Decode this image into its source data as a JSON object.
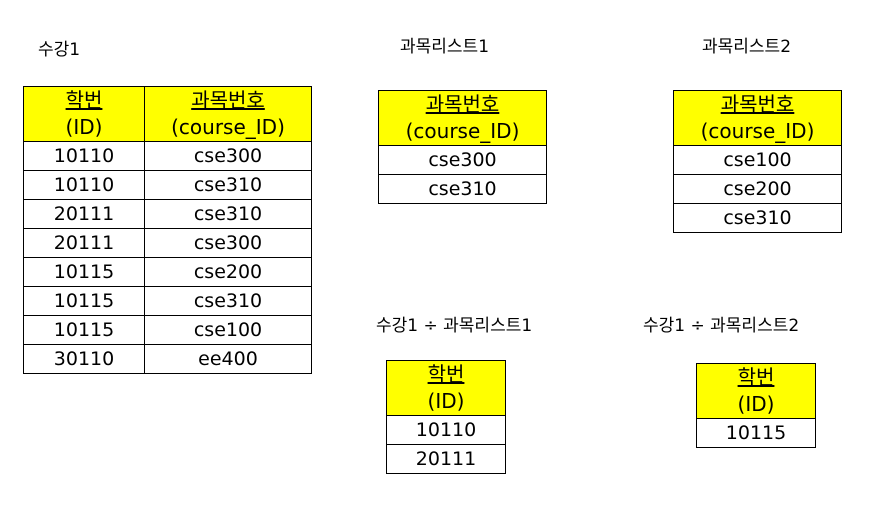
{
  "enroll": {
    "caption": "수강1",
    "headers": [
      {
        "name": "학번",
        "attr": "(ID)"
      },
      {
        "name": "과목번호",
        "attr": "(course_ID)"
      }
    ],
    "rows": [
      [
        "10110",
        "cse300"
      ],
      [
        "10110",
        "cse310"
      ],
      [
        "20111",
        "cse310"
      ],
      [
        "20111",
        "cse300"
      ],
      [
        "10115",
        "cse200"
      ],
      [
        "10115",
        "cse310"
      ],
      [
        "10115",
        "cse100"
      ],
      [
        "30110",
        "ee400"
      ]
    ]
  },
  "courses1": {
    "caption": "과목리스트1",
    "header": {
      "name": "과목번호",
      "attr": "(course_ID)"
    },
    "rows": [
      "cse300",
      "cse310"
    ]
  },
  "courses2": {
    "caption": "과목리스트2",
    "header": {
      "name": "과목번호",
      "attr": "(course_ID)"
    },
    "rows": [
      "cse100",
      "cse200",
      "cse310"
    ]
  },
  "division1": {
    "caption": "수강1 ÷ 과목리스트1",
    "header": {
      "name": "학번",
      "attr": "(ID)"
    },
    "rows": [
      "10110",
      "20111"
    ]
  },
  "division2": {
    "caption": "수강1 ÷ 과목리스트2",
    "header": {
      "name": "학번",
      "attr": "(ID)"
    },
    "rows": [
      "10115"
    ]
  },
  "colors": {
    "header_fill": "#ffff00",
    "border": "#000000"
  }
}
